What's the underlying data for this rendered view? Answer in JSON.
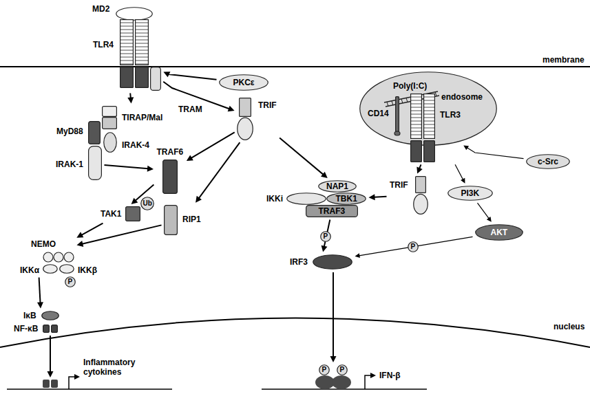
{
  "diagram": {
    "nodes": [
      {
        "text": [
          "MD2"
        ]
      },
      {
        "text": [
          "TLR4"
        ]
      },
      {
        "text": [
          "PKCε"
        ]
      },
      {
        "text": [
          "TIRAP/Mal"
        ]
      },
      {
        "text": [
          "MyD88"
        ]
      },
      {
        "text": [
          "IRAK-4"
        ]
      },
      {
        "text": [
          "IRAK-1"
        ]
      },
      {
        "text": [
          "TRIF"
        ]
      },
      {
        "text": [
          "TRAF6"
        ]
      },
      {
        "text": [
          "TAK1"
        ]
      },
      {
        "text": [
          "Ub"
        ]
      },
      {
        "text": [
          "RIP1"
        ]
      },
      {
        "text": [
          "NEMO"
        ]
      },
      {
        "text": [
          "IKKα"
        ]
      },
      {
        "text": [
          "IKKβ"
        ]
      },
      {
        "text": [
          "P"
        ]
      },
      {
        "text": [
          "IκB"
        ]
      },
      {
        "text": [
          "NF-κB"
        ]
      },
      {
        "text": [
          "endosome"
        ]
      },
      {
        "text": [
          "Poly(I:C)"
        ],
        "in": 18
      },
      {
        "text": [
          "CD14"
        ],
        "in": 18
      },
      {
        "text": [
          "TLR3"
        ],
        "in": 18
      },
      {
        "text": [
          "TRIF"
        ]
      },
      {
        "text": [
          "c-Src"
        ]
      },
      {
        "text": [
          "PI3K"
        ]
      },
      {
        "text": [
          "AKT"
        ]
      },
      {
        "text": [
          "NAP1"
        ]
      },
      {
        "text": [
          "IKKi"
        ]
      },
      {
        "text": [
          "TBK1"
        ]
      },
      {
        "text": [
          "TRAF3"
        ]
      },
      {
        "text": [
          "P"
        ]
      },
      {
        "text": [
          "P"
        ]
      },
      {
        "text": [
          "IRF3"
        ]
      },
      {
        "text": [
          "P"
        ]
      },
      {
        "text": [
          "P"
        ]
      }
    ],
    "edges": [
      {
        "from": 2,
        "to": 1,
        "arrow": "to"
      },
      {
        "from": 1,
        "to": 3,
        "arrow": "to"
      },
      {
        "from": 1,
        "to": 7,
        "label": "TRAM",
        "arrow": "to"
      },
      {
        "from": 6,
        "to": 8,
        "arrow": "to"
      },
      {
        "from": 7,
        "to": 8,
        "arrow": "to"
      },
      {
        "from": 7,
        "to": 11,
        "arrow": "to"
      },
      {
        "from": 7,
        "to": 26,
        "arrow": "to"
      },
      {
        "from": 8,
        "to": 9,
        "arrow": "to"
      },
      {
        "from": 9,
        "to": 12,
        "arrow": "to"
      },
      {
        "from": 11,
        "to": 12,
        "arrow": "to"
      },
      {
        "from": 13,
        "to": 16,
        "arrow": "to"
      },
      {
        "from": 21,
        "to": 22,
        "arrow": "to"
      },
      {
        "from": 21,
        "to": 24,
        "arrow": "to"
      },
      {
        "from": 23,
        "to": 21,
        "arrow": "to"
      },
      {
        "from": 22,
        "to": 28,
        "arrow": "to"
      },
      {
        "from": 24,
        "to": 25,
        "arrow": "to"
      },
      {
        "from": 25,
        "to": 32,
        "arrow": "to"
      },
      {
        "from": 29,
        "to": 32,
        "arrow": "to"
      }
    ],
    "labels": [
      "membrane",
      "Inflammatory cytokines",
      "nucleus",
      "IFN-β"
    ]
  }
}
